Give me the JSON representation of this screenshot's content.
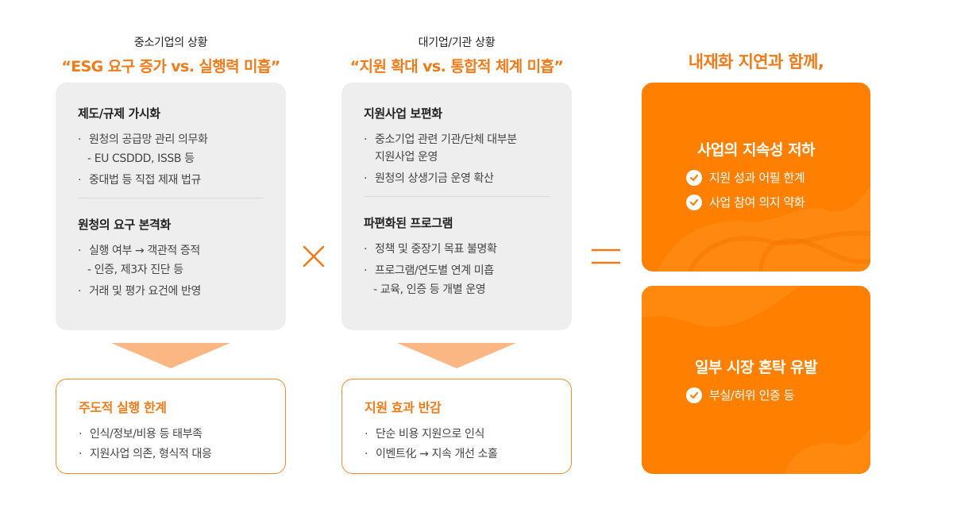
{
  "colors": {
    "accent": "#f07b1a",
    "box_gray": "#eeeeee",
    "orange_fill": "#ff8000"
  },
  "left": {
    "subtitle": "중소기업의 상황",
    "title": "“ESG 요구 증가 vs. 실행력 미흡”",
    "sections": [
      {
        "title": "제도/규제 가시화",
        "items": [
          "원청의 공급망 관리 의무화",
          "EU CSDDD, ISSB 등",
          "중대법 등 직접 제재 법규"
        ]
      },
      {
        "title": "원청의 요구 본격화",
        "items": [
          "실행 여부 → 객관적 증적",
          "인증, 제3자 진단 등",
          "거래 및 평가 요건에 반영"
        ]
      }
    ],
    "result": {
      "title": "주도적 실행 한계",
      "items": [
        "인식/정보/비용 등 태부족",
        "지원사업 의존, 형식적 대응"
      ]
    }
  },
  "middle": {
    "subtitle": "대기업/기관 상황",
    "title": "“지원 확대 vs. 통합적 체계 미흡”",
    "sections": [
      {
        "title": "지원사업 보편화",
        "items": [
          "중소기업 관련 기관/단체 대부분",
          "지원사업 운영",
          "원청의 상생기금 운영 확산"
        ]
      },
      {
        "title": "파편화된 프로그램",
        "items": [
          "정책 및 중장기 목표 불명확",
          "프로그램/연도별 연계 미흡",
          "교육, 인증 등 개별 운영"
        ]
      }
    ],
    "result": {
      "title": "지원 효과 반감",
      "items": [
        "단순 비용 지원으로 인식",
        "이벤트化 → 지속 개선 소홀"
      ]
    }
  },
  "operators": {
    "multiply": "multiply-icon",
    "equals": "equals-icon"
  },
  "right": {
    "title": "내재화 지연과 함께,",
    "cards": [
      {
        "title": "사업의 지속성 저하",
        "items": [
          "지원 성과 어필 한계",
          "사업 참여 의지 약화"
        ]
      },
      {
        "title": "일부 시장 혼탁 유발",
        "items": [
          "부실/허위 인증 등"
        ]
      }
    ]
  }
}
